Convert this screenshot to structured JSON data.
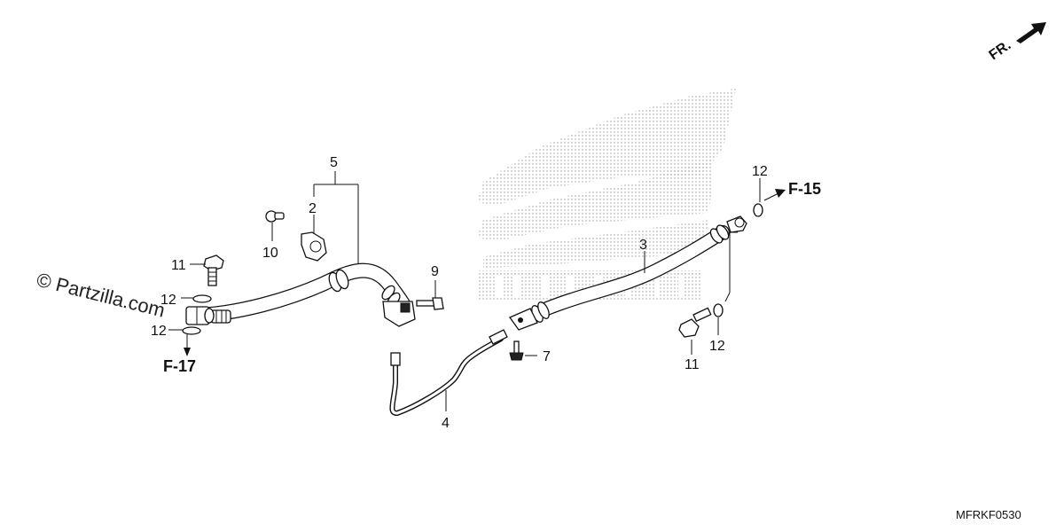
{
  "watermark": "© Partzilla.com",
  "direction_label": "FR.",
  "figure_code": "MFRKF0530",
  "refs": {
    "front": "F-15",
    "rear": "F-17"
  },
  "callouts": {
    "hose_5": "5",
    "clamp_2": "2",
    "bolt_10": "10",
    "bolt_11_left": "11",
    "washer_12_left_top": "12",
    "washer_12_left_bottom": "12",
    "bolt_9": "9",
    "hose_3": "3",
    "pipe_4": "4",
    "bolt_7": "7",
    "washer_12_right_top": "12",
    "washer_12_right_bottom": "12",
    "bolt_11_right": "11"
  }
}
